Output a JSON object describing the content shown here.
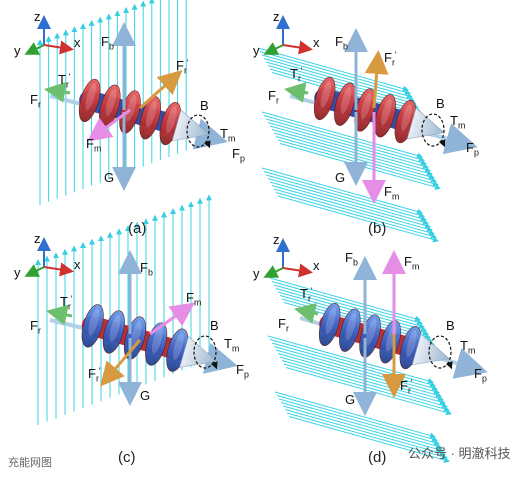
{
  "panels": [
    {
      "id": "a",
      "caption": "(a)",
      "labels": {
        "z": "z",
        "y": "y",
        "x": "x",
        "fb": "F",
        "fb_sub": "b",
        "fr1": "F",
        "fr1_sub": "r",
        "fr1_sup": "'",
        "tr": "T",
        "tr_sub": "r",
        "tr_sup": "'",
        "fr": "F",
        "fr_sub": "r",
        "fm": "F",
        "fm_sub": "m",
        "b": "B",
        "tm": "T",
        "tm_sub": "m",
        "fp": "F",
        "fp_sub": "p",
        "g": "G"
      }
    },
    {
      "id": "b",
      "caption": "(b)",
      "labels": {
        "z": "z",
        "y": "y",
        "x": "x",
        "fb": "F",
        "fb_sub": "b",
        "fr1": "F",
        "fr1_sub": "r",
        "fr1_sup": "'",
        "tr": "T",
        "tr_sub": "r",
        "tr_sup": "'",
        "fr": "F",
        "fr_sub": "r",
        "fm": "F",
        "fm_sub": "m",
        "b": "B",
        "tm": "T",
        "tm_sub": "m",
        "fp": "F",
        "fp_sub": "p",
        "g": "G"
      }
    },
    {
      "id": "c",
      "caption": "(c)",
      "labels": {
        "z": "z",
        "y": "y",
        "x": "x",
        "fb": "F",
        "fb_sub": "b",
        "fr1": "F",
        "fr1_sub": "r",
        "fr1_sup": "'",
        "tr": "T",
        "tr_sub": "r",
        "tr_sup": "'",
        "fr": "F",
        "fr_sub": "r",
        "fm": "F",
        "fm_sub": "m",
        "b": "B",
        "tm": "T",
        "tm_sub": "m",
        "fp": "F",
        "fp_sub": "p",
        "g": "G"
      }
    },
    {
      "id": "d",
      "caption": "(d)",
      "labels": {
        "z": "z",
        "y": "y",
        "x": "x",
        "fb": "F",
        "fb_sub": "b",
        "fr1": "F",
        "fr1_sub": "r",
        "fr1_sup": "'",
        "tr": "T",
        "tr_sub": "r",
        "tr_sup": "'",
        "fr": "F",
        "fr_sub": "r",
        "fm": "F",
        "fm_sub": "m",
        "b": "B",
        "tm": "T",
        "tm_sub": "m",
        "fp": "F",
        "fp_sub": "p",
        "g": "G"
      }
    }
  ],
  "watermark": {
    "left": "充能网图",
    "right": "公众号 · 明澈科技"
  },
  "colors": {
    "field": "#3ad3e6",
    "helix_red": "#c8363a",
    "helix_blue": "#3a64c8",
    "fb": "#7fa8d0",
    "g": "#7fa8d0",
    "fr": "#d89a40",
    "fm": "#e68ee6",
    "tp": "#b0d0e8",
    "tr": "#6cbf6c"
  }
}
